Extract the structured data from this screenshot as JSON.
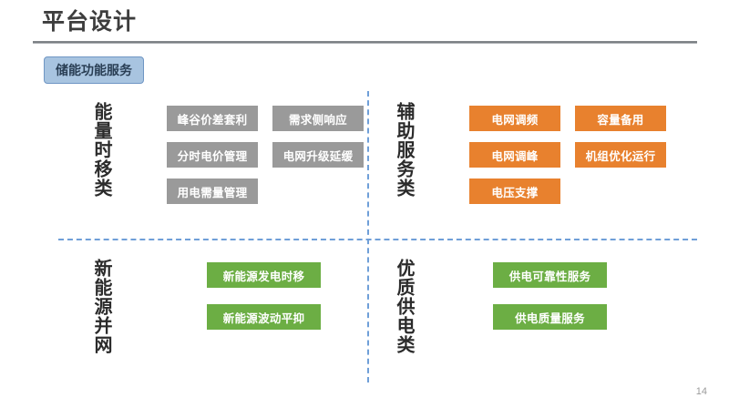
{
  "slide": {
    "title": "平台设计",
    "page_number": "14",
    "badge_label": "储能功能服务",
    "accent_colors": {
      "badge_fill": "#a8c4e0",
      "badge_border": "#6f96c4",
      "divider": "#6f9fd8",
      "gray": "#9a9a9a",
      "orange": "#e8812e",
      "green": "#6cae44",
      "title_text": "#3d3d3d"
    }
  },
  "quadrants": [
    {
      "id": "energy-shift",
      "category_label": "能量时移类",
      "color": "gray",
      "columns": 2,
      "items": [
        "峰谷价差套利",
        "需求侧响应",
        "分时电价管理",
        "电网升级延缓",
        "用电需量管理"
      ]
    },
    {
      "id": "ancillary",
      "category_label": "辅助服务类",
      "color": "orange",
      "columns": 2,
      "items": [
        "电网调频",
        "容量备用",
        "电网调峰",
        "机组优化运行",
        "电压支撑"
      ]
    },
    {
      "id": "renewable",
      "category_label": "新能源并网",
      "color": "green",
      "columns": 1,
      "items": [
        "新能源发电时移",
        "新能源波动平抑"
      ]
    },
    {
      "id": "quality",
      "category_label": "优质供电类",
      "color": "green",
      "columns": 1,
      "items": [
        "供电可靠性服务",
        "供电质量服务"
      ]
    }
  ]
}
